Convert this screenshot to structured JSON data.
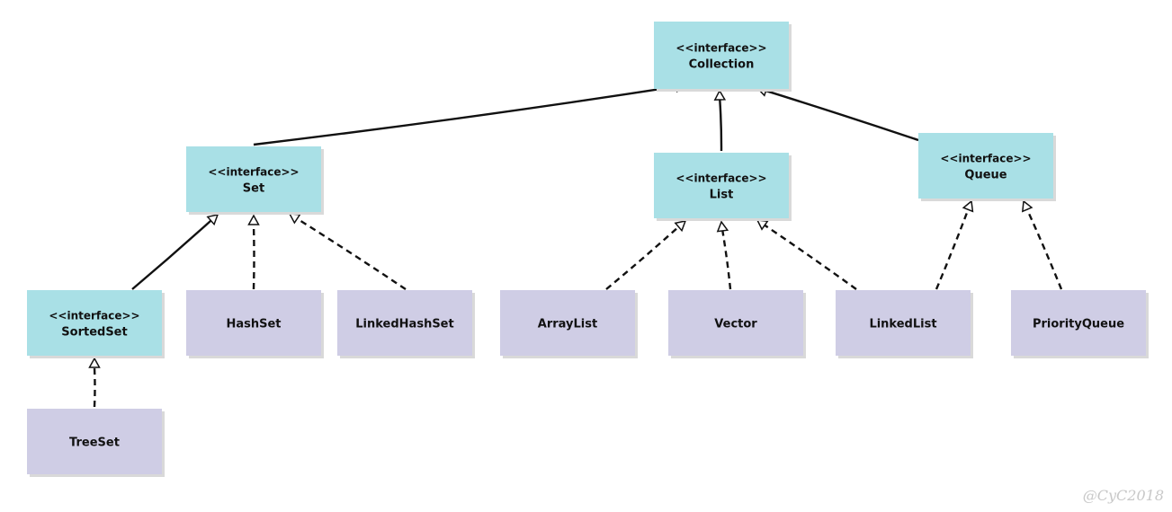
{
  "diagram": {
    "nodes": [
      {
        "id": "collection",
        "kind": "interface",
        "stereotype": "<<interface>>",
        "name": "Collection"
      },
      {
        "id": "set",
        "kind": "interface",
        "stereotype": "<<interface>>",
        "name": "Set"
      },
      {
        "id": "list",
        "kind": "interface",
        "stereotype": "<<interface>>",
        "name": "List"
      },
      {
        "id": "queue",
        "kind": "interface",
        "stereotype": "<<interface>>",
        "name": "Queue"
      },
      {
        "id": "sortedset",
        "kind": "interface",
        "stereotype": "<<interface>>",
        "name": "SortedSet"
      },
      {
        "id": "hashset",
        "kind": "class",
        "name": "HashSet"
      },
      {
        "id": "linkedhashset",
        "kind": "class",
        "name": "LinkedHashSet"
      },
      {
        "id": "arraylist",
        "kind": "class",
        "name": "ArrayList"
      },
      {
        "id": "vector",
        "kind": "class",
        "name": "Vector"
      },
      {
        "id": "linkedlist",
        "kind": "class",
        "name": "LinkedList"
      },
      {
        "id": "priorityqueue",
        "kind": "class",
        "name": "PriorityQueue"
      },
      {
        "id": "treeset",
        "kind": "class",
        "name": "TreeSet"
      }
    ],
    "edges": [
      {
        "from": "set",
        "to": "collection",
        "style": "solid"
      },
      {
        "from": "list",
        "to": "collection",
        "style": "solid"
      },
      {
        "from": "queue",
        "to": "collection",
        "style": "solid"
      },
      {
        "from": "sortedset",
        "to": "set",
        "style": "solid"
      },
      {
        "from": "hashset",
        "to": "set",
        "style": "dashed"
      },
      {
        "from": "linkedhashset",
        "to": "set",
        "style": "dashed"
      },
      {
        "from": "treeset",
        "to": "sortedset",
        "style": "dashed"
      },
      {
        "from": "arraylist",
        "to": "list",
        "style": "dashed"
      },
      {
        "from": "vector",
        "to": "list",
        "style": "dashed"
      },
      {
        "from": "linkedlist",
        "to": "list",
        "style": "dashed"
      },
      {
        "from": "linkedlist",
        "to": "queue",
        "style": "dashed"
      },
      {
        "from": "priorityqueue",
        "to": "queue",
        "style": "dashed"
      }
    ],
    "colors": {
      "interface_fill": "#a9e0e6",
      "class_fill": "#cfcde5",
      "shadow": "#d9d9d9",
      "line": "#111111"
    }
  },
  "watermark": "@CyC2018"
}
